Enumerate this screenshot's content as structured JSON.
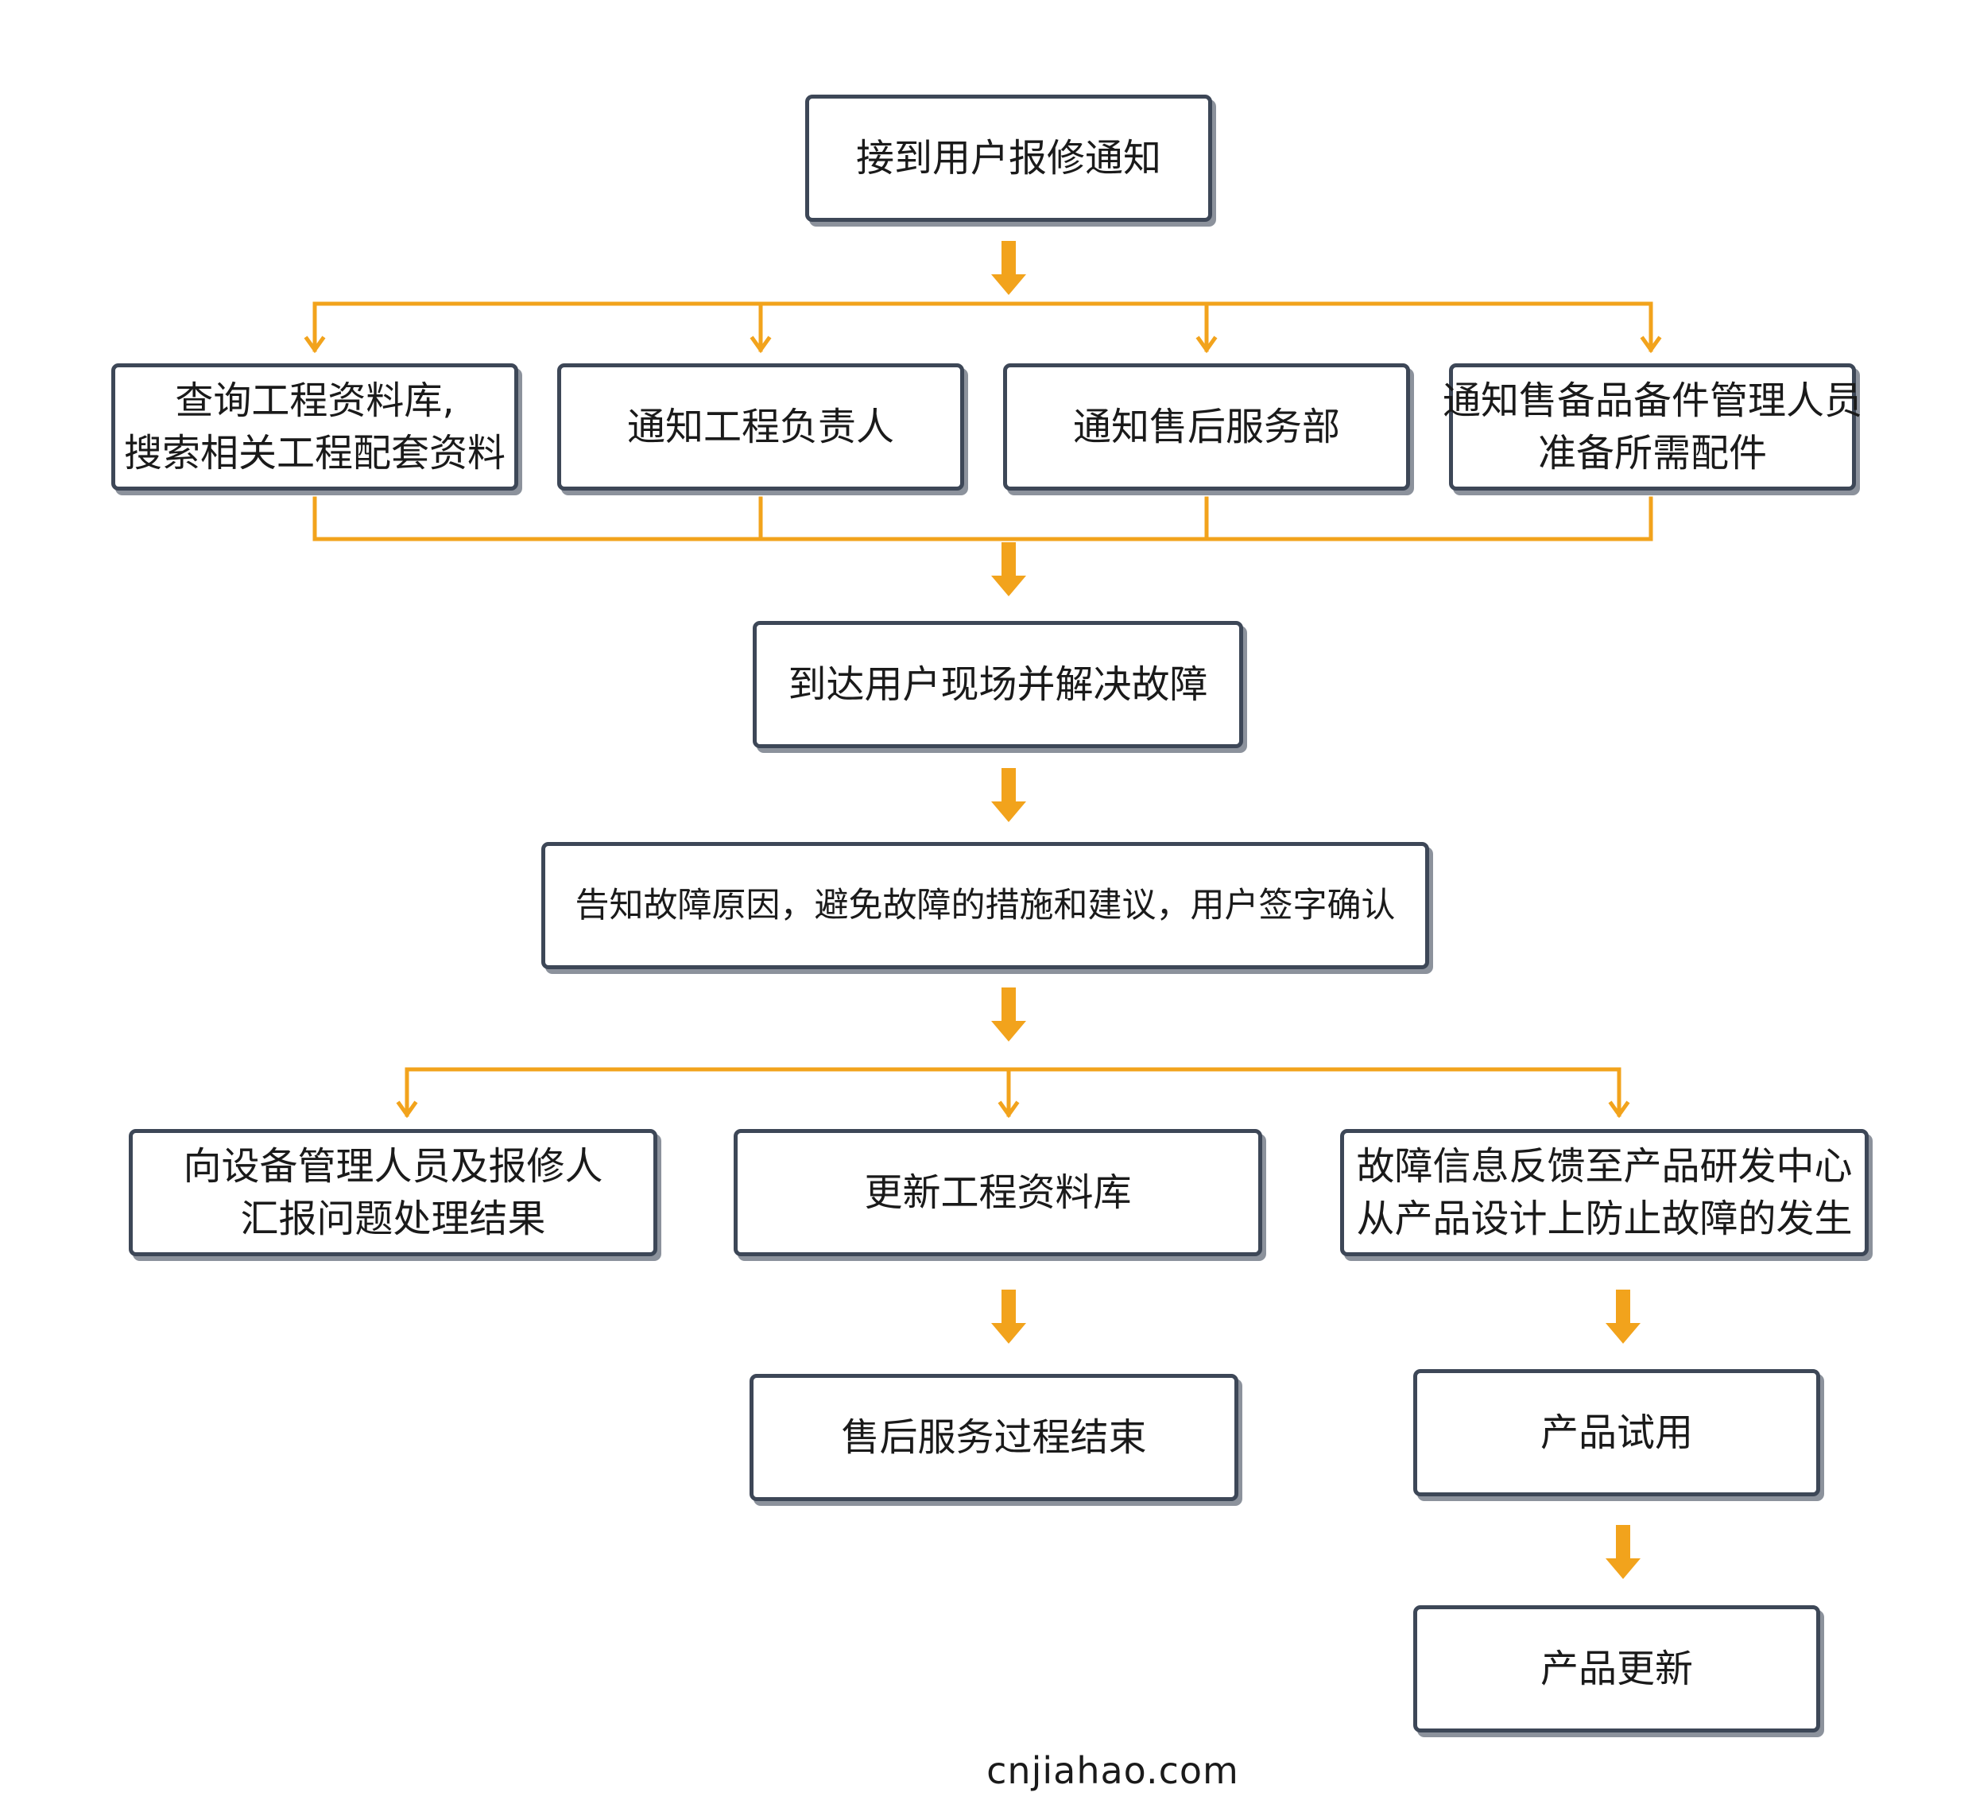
{
  "colors": {
    "connector": "#f2a31c",
    "box_border": "#3d4757",
    "box_shadow": "#8c929c",
    "text": "#1a1a1a"
  },
  "nodes": {
    "receive_report": [
      "接到用户报修通知"
    ],
    "query_database": [
      "查询工程资料库,",
      "搜索相关工程配套资料"
    ],
    "notify_engineer": [
      "通知工程负责人"
    ],
    "notify_service_dept": [
      "通知售后服务部"
    ],
    "notify_spare_parts": [
      "通知售备品备件管理人员",
      "准备所需配件"
    ],
    "arrive_and_fix": [
      "到达用户现场并解决故障"
    ],
    "explain_and_sign": [
      "告知故障原因，避免故障的措施和建议，用户签字确认"
    ],
    "report_result": [
      "向设备管理人员及报修人",
      "汇报问题处理结果"
    ],
    "update_database": [
      "更新工程资料库"
    ],
    "feedback_rnd": [
      "故障信息反馈至产品研发中心",
      "从产品设计上防止故障的发生"
    ],
    "service_end": [
      "售后服务过程结束"
    ],
    "product_trial": [
      "产品试用"
    ],
    "product_update": [
      "产品更新"
    ]
  },
  "footer": "cnjiahao.com"
}
